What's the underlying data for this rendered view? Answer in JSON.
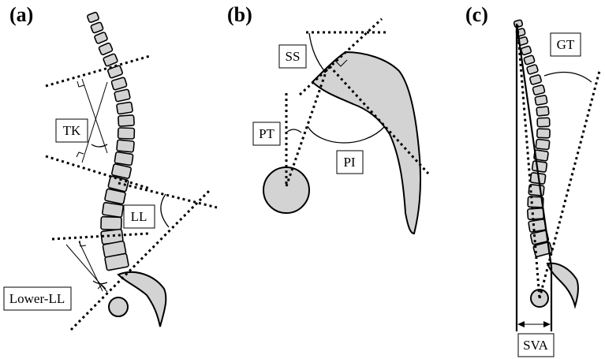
{
  "panels": {
    "a": {
      "tag": "(a)",
      "labels": {
        "tk": "TK",
        "ll": "LL",
        "lower_ll": "Lower-LL"
      }
    },
    "b": {
      "tag": "(b)",
      "labels": {
        "ss": "SS",
        "pt": "PT",
        "pi": "PI"
      }
    },
    "c": {
      "tag": "(c)",
      "labels": {
        "gt": "GT",
        "sva": "SVA"
      }
    }
  },
  "colors": {
    "bone": "#d3d3d3",
    "stroke": "#000000",
    "background": "#ffffff"
  }
}
